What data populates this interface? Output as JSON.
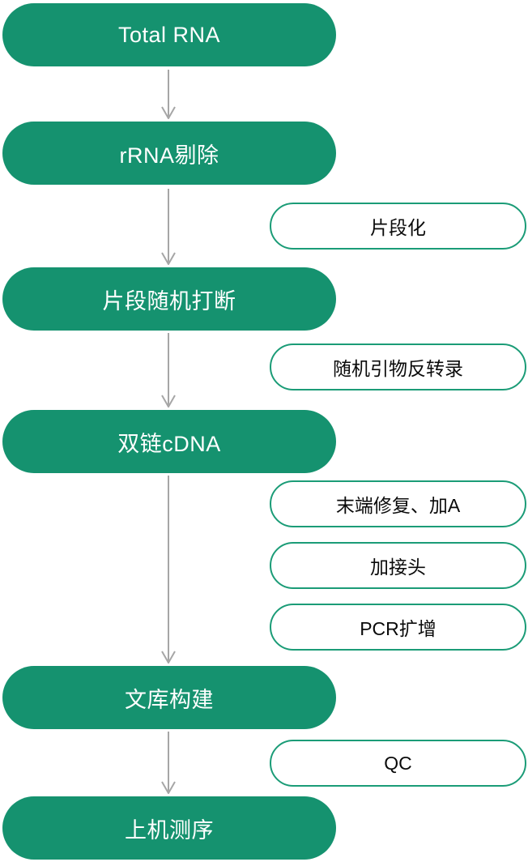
{
  "diagram": {
    "type": "flowchart",
    "orientation": "vertical",
    "colors": {
      "node_fill": "#15926F",
      "node_text": "#ffffff",
      "side_outline": "#1B9C77",
      "side_text": "#0a0a0a",
      "arrow": "#a6a6a6",
      "background": "#ffffff"
    },
    "main_steps": [
      {
        "label": "Total RNA"
      },
      {
        "label": "rRNA剔除"
      },
      {
        "label": "片段随机打断"
      },
      {
        "label": "双链cDNA"
      },
      {
        "label": "文库构建"
      },
      {
        "label": "上机测序"
      }
    ],
    "side_steps": [
      {
        "label": "片段化",
        "between": [
          "rRNA剔除",
          "片段随机打断"
        ]
      },
      {
        "label": "随机引物反转录",
        "between": [
          "片段随机打断",
          "双链cDNA"
        ]
      },
      {
        "label": "末端修复、加A",
        "between": [
          "双链cDNA",
          "文库构建"
        ]
      },
      {
        "label": "加接头",
        "between": [
          "双链cDNA",
          "文库构建"
        ]
      },
      {
        "label": "PCR扩增",
        "between": [
          "双链cDNA",
          "文库构建"
        ]
      },
      {
        "label": "QC",
        "between": [
          "文库构建",
          "上机测序"
        ]
      }
    ],
    "edges": [
      [
        "Total RNA",
        "rRNA剔除"
      ],
      [
        "rRNA剔除",
        "片段随机打断"
      ],
      [
        "片段随机打断",
        "双链cDNA"
      ],
      [
        "双链cDNA",
        "文库构建"
      ],
      [
        "文库构建",
        "上机测序"
      ]
    ]
  }
}
